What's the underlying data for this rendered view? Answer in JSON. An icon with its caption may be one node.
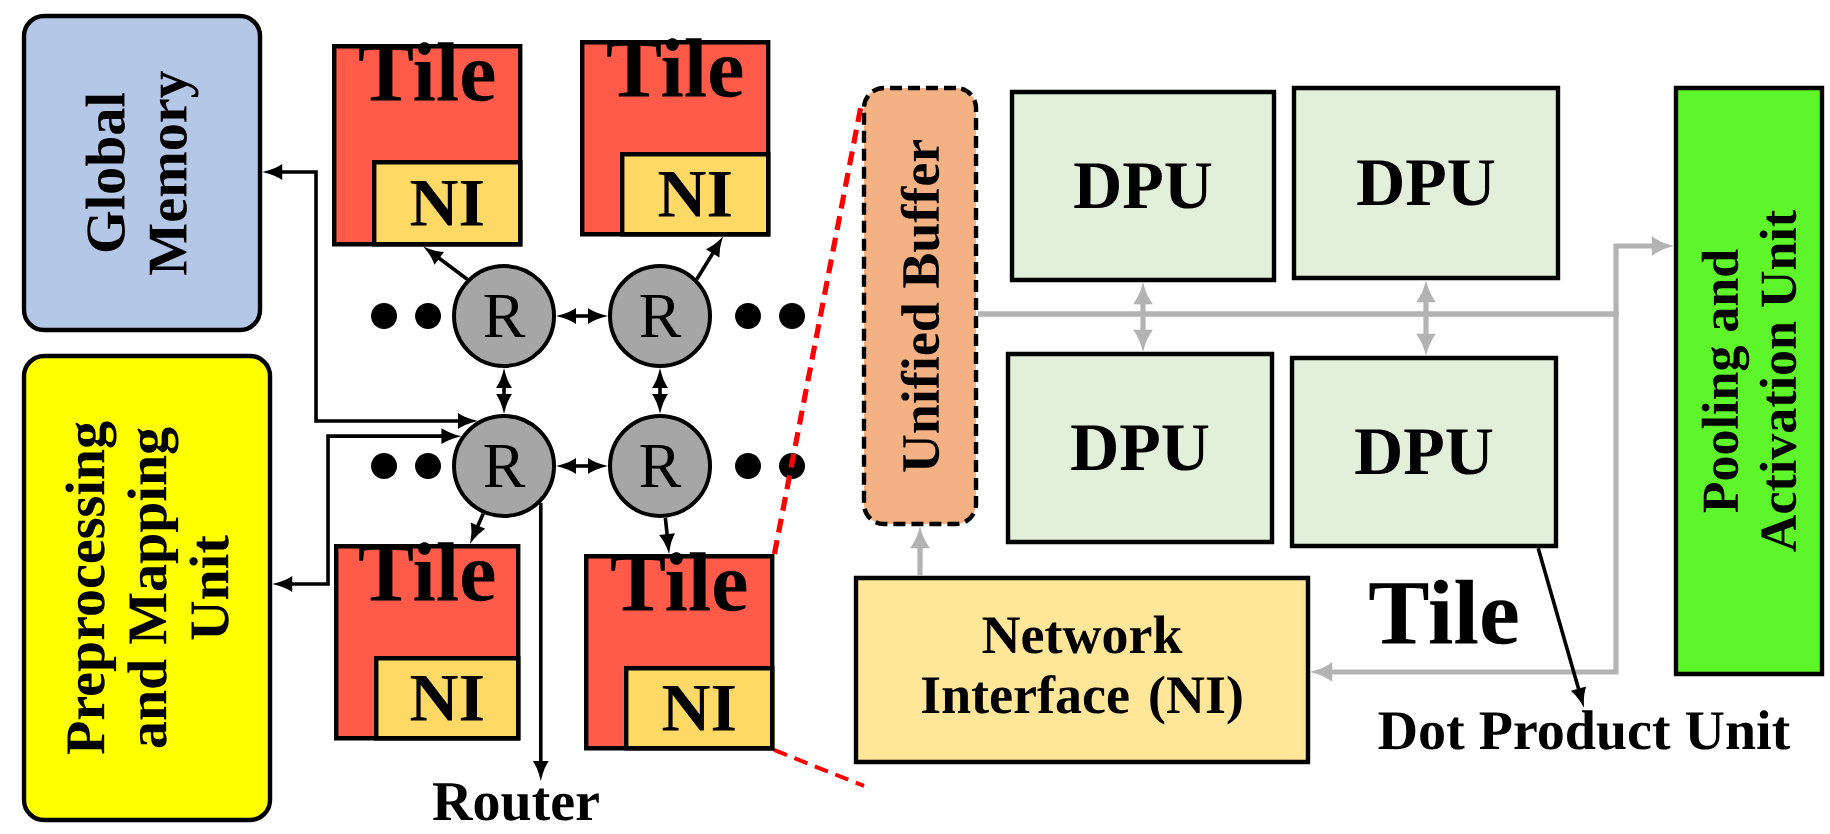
{
  "diagram": {
    "nodes": [
      {
        "text": [
          "Global Memory"
        ]
      },
      {
        "text": [
          "Preprocessing and Mapping Unit"
        ]
      },
      {
        "text": [
          "Tile"
        ]
      },
      {
        "text": [
          "NI"
        ],
        "in": 2
      },
      {
        "text": [
          "Tile"
        ]
      },
      {
        "text": [
          "NI"
        ],
        "in": 4
      },
      {
        "text": [
          "R"
        ]
      },
      {
        "text": [
          "R"
        ]
      },
      {
        "text": [
          "R"
        ]
      },
      {
        "text": [
          "R"
        ]
      },
      {
        "text": [
          "Tile"
        ]
      },
      {
        "text": [
          "NI"
        ],
        "in": 10
      },
      {
        "text": [
          "Tile"
        ]
      },
      {
        "text": [
          "NI"
        ],
        "in": 12
      },
      {
        "text": [
          "Router"
        ]
      },
      {
        "text": [
          "Unified Buffer"
        ]
      },
      {
        "text": [
          "DPU"
        ]
      },
      {
        "text": [
          "DPU"
        ]
      },
      {
        "text": [
          "DPU"
        ]
      },
      {
        "text": [
          "DPU"
        ]
      },
      {
        "text": [
          "Network Interface (NI)"
        ]
      },
      {
        "text": [
          "Pooling and Activation Unit"
        ]
      },
      {
        "text": [
          "Dot Product Unit"
        ]
      }
    ],
    "edges": [
      {
        "from": 6,
        "to": 3,
        "arrow": "to"
      },
      {
        "from": 7,
        "to": 5,
        "arrow": "to"
      },
      {
        "from": 8,
        "to": 10,
        "arrow": "to"
      },
      {
        "from": 9,
        "to": 12,
        "arrow": "to"
      },
      {
        "from": 6,
        "to": 7,
        "arrow": "both"
      },
      {
        "from": 8,
        "to": 9,
        "arrow": "both"
      },
      {
        "from": 6,
        "to": 8,
        "arrow": "both"
      },
      {
        "from": 7,
        "to": 9,
        "arrow": "both"
      },
      {
        "from": 0,
        "to": 8,
        "arrow": "both"
      },
      {
        "from": 1,
        "to": 8,
        "arrow": "both"
      },
      {
        "from": 8,
        "to": 14,
        "arrow": "to"
      },
      {
        "from": 20,
        "to": 15,
        "arrow": "to",
        "color": "#b3b3b3"
      },
      {
        "from": 15,
        "to": 21,
        "arrow": "to",
        "color": "#b3b3b3"
      },
      {
        "from": 15,
        "to": 20,
        "arrow": "to",
        "color": "#b3b3b3"
      },
      {
        "from": 16,
        "to": 18,
        "arrow": "both",
        "color": "#b3b3b3"
      },
      {
        "from": 17,
        "to": 19,
        "arrow": "both",
        "color": "#b3b3b3"
      },
      {
        "from": 19,
        "to": 22,
        "arrow": "to"
      },
      {
        "from": 12,
        "to": 15,
        "arrow": "none",
        "style": "dashed",
        "color": "#ff0000"
      }
    ],
    "labels": [
      "Tile"
    ]
  }
}
